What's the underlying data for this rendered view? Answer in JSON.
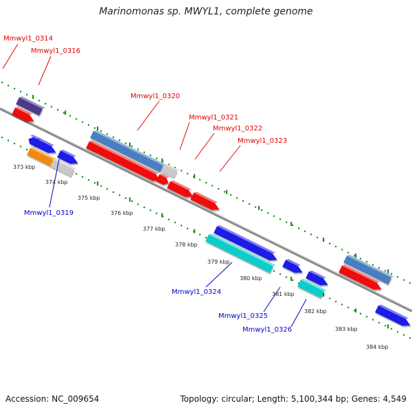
{
  "header": {
    "title": "Marinomonas sp. MWYL1, complete genome"
  },
  "footer": {
    "accession": "Accession: NC_009654",
    "summary": "Topology: circular; Length: 5,100,344 bp; Genes: 4,549"
  },
  "colors": {
    "backbone": "#8a8a8a",
    "dots": "#1f8f1f",
    "red": "#ee1111",
    "blue": "#1a1ae6",
    "steelblue": "#4a7fc0",
    "purple": "#4b3a8c",
    "orange": "#ee8a10",
    "cyan": "#11cccc",
    "gray": "#c8c8c8",
    "label_red": "#e00000",
    "label_blue": "#0000c8"
  },
  "scale_labels": [
    "373 kbp",
    "374 kbp",
    "375 kbp",
    "376 kbp",
    "377 kbp",
    "378 kbp",
    "379 kbp",
    "380 kbp",
    "381 kbp",
    "382 kbp",
    "383 kbp",
    "384 kbp"
  ],
  "gene_labels": [
    {
      "text": "Mmwyl1_0314",
      "color": "red"
    },
    {
      "text": "Mmwyl1_0316",
      "color": "red"
    },
    {
      "text": "Mmwyl1_0320",
      "color": "red"
    },
    {
      "text": "Mmwyl1_0321",
      "color": "red"
    },
    {
      "text": "Mmwyl1_0322",
      "color": "red"
    },
    {
      "text": "Mmwyl1_0323",
      "color": "red"
    },
    {
      "text": "Mmwyl1_0319",
      "color": "blue"
    },
    {
      "text": "Mmwyl1_0324",
      "color": "blue"
    },
    {
      "text": "Mmwyl1_0325",
      "color": "blue"
    },
    {
      "text": "Mmwyl1_0326",
      "color": "blue"
    }
  ]
}
